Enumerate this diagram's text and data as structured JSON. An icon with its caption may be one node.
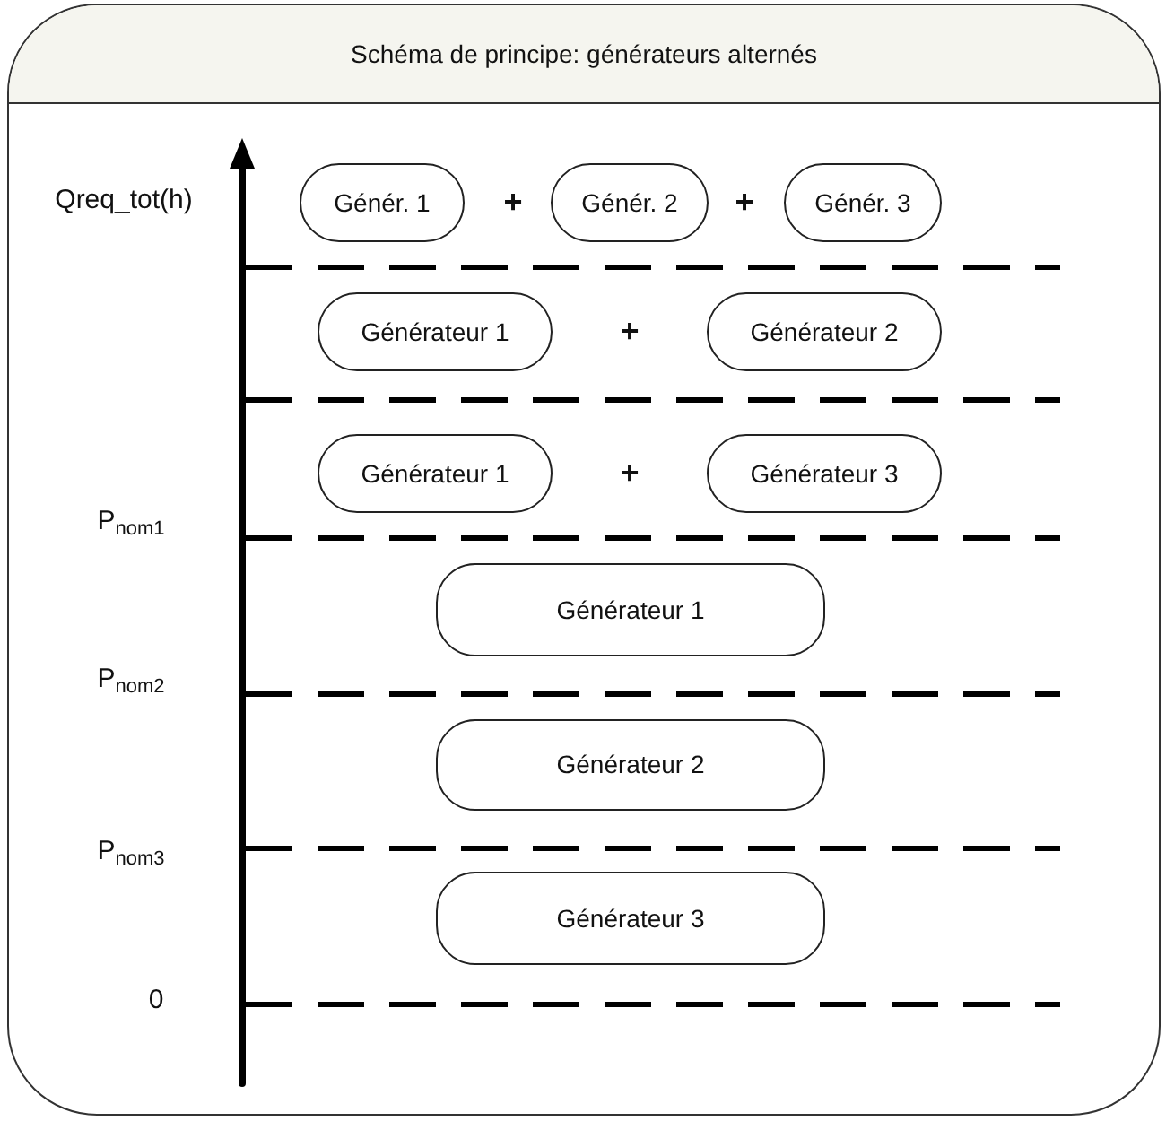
{
  "diagram": {
    "nodes": [
      {
        "text": [
          "Schéma de principe: générateurs alternés"
        ]
      },
      {
        "text": [
          "Génér. 1"
        ],
        "in": 0
      },
      {
        "text": [
          "Génér. 2"
        ],
        "in": 0
      },
      {
        "text": [
          "Génér. 3"
        ],
        "in": 0
      },
      {
        "text": [
          "Générateur 1"
        ],
        "in": 0
      },
      {
        "text": [
          "Générateur 2"
        ],
        "in": 0
      },
      {
        "text": [
          "Générateur 1"
        ],
        "in": 0
      },
      {
        "text": [
          "Générateur 3"
        ],
        "in": 0
      },
      {
        "text": [
          "Générateur 1"
        ],
        "in": 0
      },
      {
        "text": [
          "Générateur 2"
        ],
        "in": 0
      },
      {
        "text": [
          "Générateur 3"
        ],
        "in": 0
      }
    ],
    "labels": [
      "Qreq_tot(h)",
      "+",
      "+",
      "+",
      "+",
      "P$_{nom1}$",
      "P$_{nom2}$",
      "P$_{nom3}$",
      "0"
    ]
  }
}
